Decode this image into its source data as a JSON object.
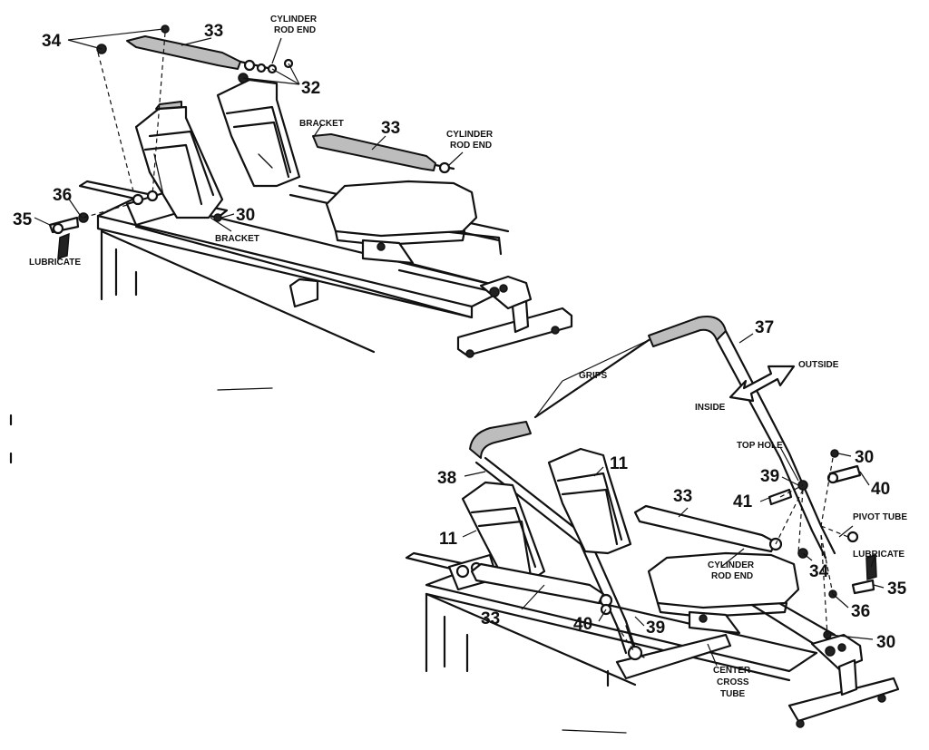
{
  "top_view": {
    "callouts": [
      "34",
      "33",
      "32",
      "33",
      "36",
      "35",
      "30"
    ],
    "labels": {
      "cyl_rod_end_a_1": "CYLINDER",
      "cyl_rod_end_a_2": "ROD END",
      "bracket_a": "BRACKET",
      "cyl_rod_end_b_1": "CYLINDER",
      "cyl_rod_end_b_2": "ROD END",
      "bracket_b": "BRACKET",
      "lubricate": "LUBRICATE"
    }
  },
  "bottom_view": {
    "callouts": [
      "37",
      "30",
      "40",
      "39",
      "41",
      "33",
      "11",
      "38",
      "11",
      "34",
      "35",
      "36",
      "30",
      "40",
      "39",
      "33"
    ],
    "labels": {
      "grips": "GRIPS",
      "outside": "OUTSIDE",
      "inside": "INSIDE",
      "top_hole": "TOP HOLE",
      "pivot_tube": "PIVOT TUBE",
      "lubricate": "LUBRICATE",
      "cyl_rod_end_1": "CYLINDER",
      "cyl_rod_end_2": "ROD END",
      "center_cross_1": "CENTER",
      "center_cross_2": "CROSS",
      "center_cross_3": "TUBE"
    }
  }
}
